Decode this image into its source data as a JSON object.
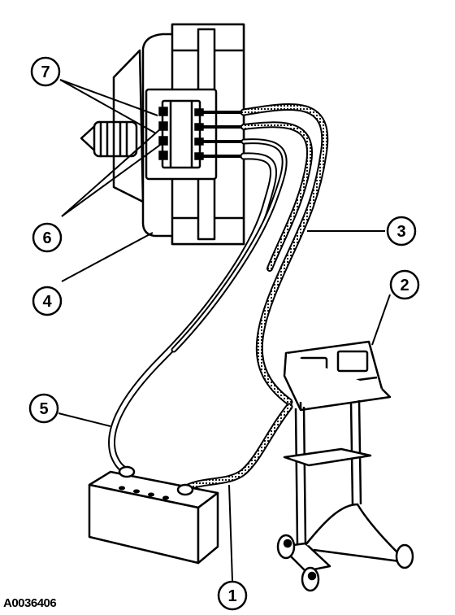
{
  "figure_code": "A0036406",
  "callouts": [
    {
      "id": "c1",
      "label": "1"
    },
    {
      "id": "c2",
      "label": "2"
    },
    {
      "id": "c3",
      "label": "3"
    },
    {
      "id": "c4",
      "label": "4"
    },
    {
      "id": "c5",
      "label": "5"
    },
    {
      "id": "c6",
      "label": "6"
    },
    {
      "id": "c7",
      "label": "7"
    }
  ]
}
